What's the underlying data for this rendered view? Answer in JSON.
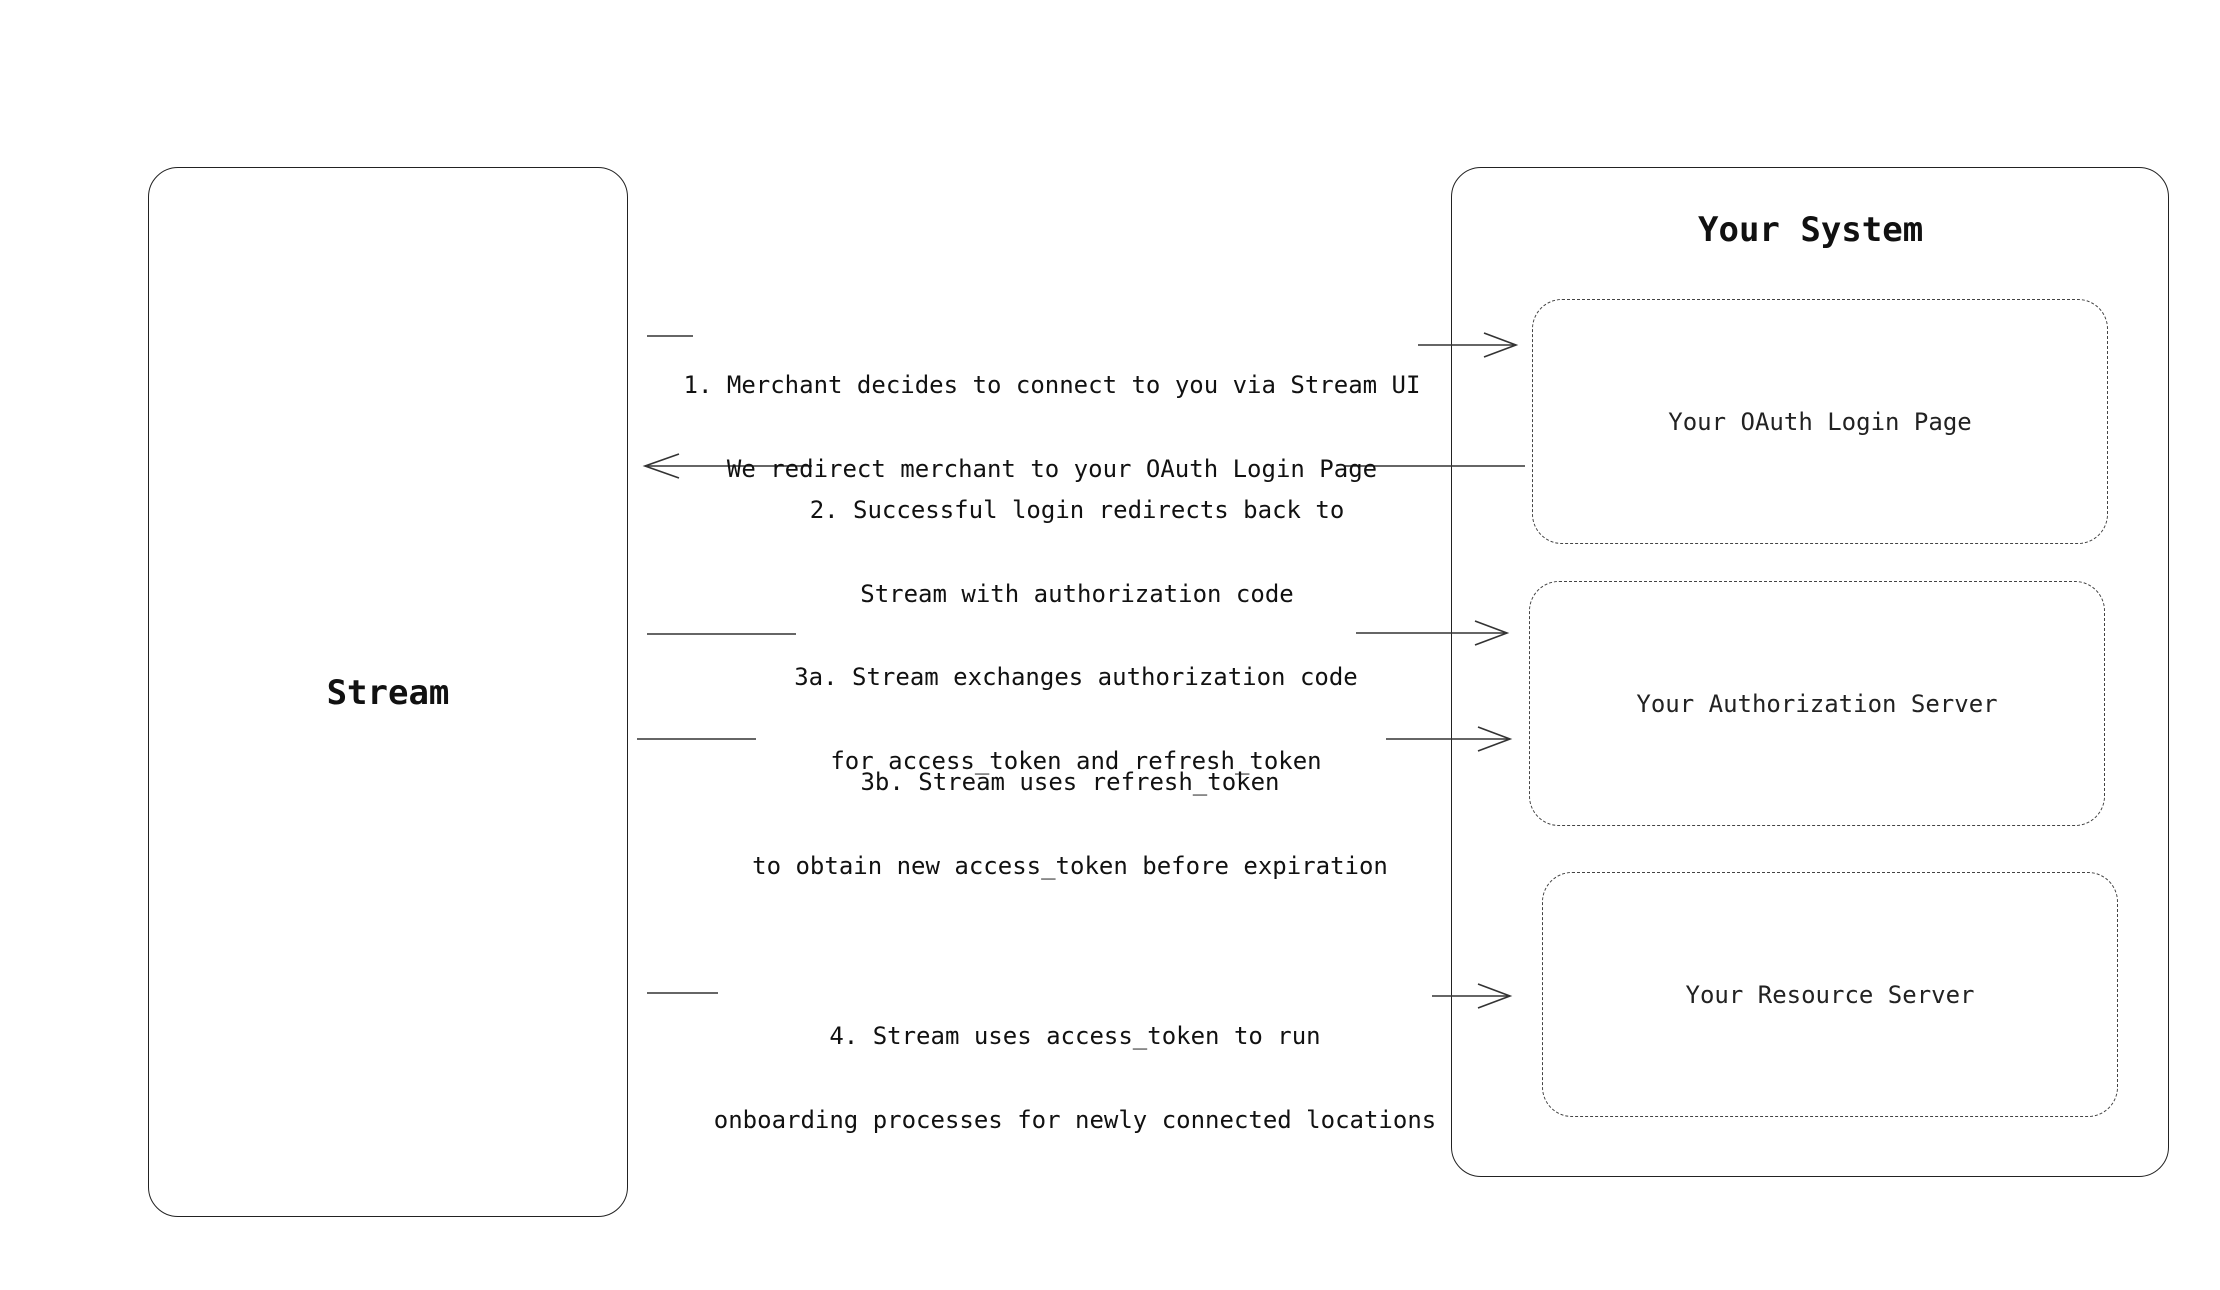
{
  "stream": {
    "label": "Stream"
  },
  "system": {
    "title": "Your System",
    "components": {
      "oauth_login": "Your OAuth Login Page",
      "auth_server": "Your Authorization Server",
      "resource_server": "Your Resource Server"
    }
  },
  "steps": {
    "s1": {
      "line1": "1. Merchant decides to connect to you via Stream UI",
      "line2": "We redirect merchant to your OAuth Login Page"
    },
    "s2": {
      "line1": "2. Successful login redirects back to",
      "line2": "Stream with authorization code"
    },
    "s3a": {
      "line1": "3a. Stream exchanges authorization code",
      "line2": "for access_token and refresh_token"
    },
    "s3b": {
      "line1": "3b. Stream uses refresh_token",
      "line2": "to obtain new access_token before expiration"
    },
    "s4": {
      "line1": "4. Stream uses access_token to run",
      "line2": "onboarding processes for newly connected locations"
    }
  }
}
